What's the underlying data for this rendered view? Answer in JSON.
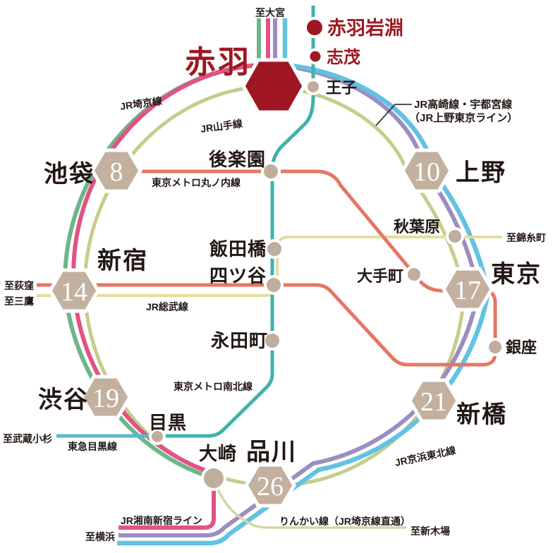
{
  "diagram": {
    "type": "railway-access-route-map",
    "main_station": {
      "name": "赤羽"
    },
    "branch": {
      "stations": [
        {
          "name": "赤羽岩淵"
        },
        {
          "name": "志茂"
        },
        {
          "name": "王子"
        }
      ]
    },
    "hubs": [
      {
        "name": "池袋",
        "min": "8"
      },
      {
        "name": "上野",
        "min": "10"
      },
      {
        "name": "新宿",
        "min": "14"
      },
      {
        "name": "東京",
        "min": "17"
      },
      {
        "name": "渋谷",
        "min": "19"
      },
      {
        "name": "新橋",
        "min": "21"
      },
      {
        "name": "品川",
        "min": "26"
      }
    ],
    "stations": [
      "後楽園",
      "飯田橋",
      "四ツ谷",
      "永田町",
      "大手町",
      "秋葉原",
      "銀座",
      "目黒",
      "大崎"
    ],
    "lines": [
      {
        "id": "saikyo",
        "name": "JR埼京線",
        "color": "#6db688"
      },
      {
        "id": "yamanote",
        "name": "JR山手線",
        "color": "#c6cd8b"
      },
      {
        "id": "takasaki",
        "name": "JR高崎線・宇都宮線",
        "name2": "（JR上野東京ライン）",
        "color": "#9c8dc0"
      },
      {
        "id": "marunouchi",
        "name": "東京メトロ丸ノ内線",
        "color": "#e57663"
      },
      {
        "id": "sobu",
        "name": "JR総武線",
        "color": "#e3dd9e"
      },
      {
        "id": "namboku",
        "name": "東京メトロ南北線",
        "color": "#3fb2ae"
      },
      {
        "id": "tokyu-meguro",
        "name": "東急目黒線",
        "color": "#5ab8cc"
      },
      {
        "id": "shonan-shinjuku",
        "name": "JR湘南新宿ライン",
        "color": "#e25285"
      },
      {
        "id": "rinkai",
        "name": "りんかい線（JR埼京線直通）",
        "color": "#cdd8a6"
      },
      {
        "id": "keihin-tohoku",
        "name": "JR京浜東北線",
        "color": "#62c2e3"
      }
    ],
    "terminals": {
      "omiya": "至大宮",
      "kinshicho": "至錦糸町",
      "ogikubo": "至荻窪",
      "mitaka": "至三鷹",
      "musashikosugi": "至武蔵小杉",
      "yokohama": "至横浜",
      "shinkiba": "至新木場"
    },
    "colors": {
      "accent_red": "#9e1722",
      "station_tan": "#c3b09f",
      "text_black": "#221714",
      "background": "#ffffff"
    }
  }
}
